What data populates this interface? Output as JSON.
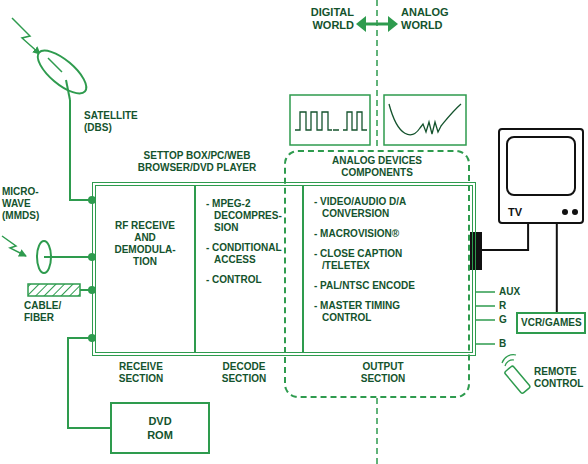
{
  "diagram": {
    "nodes": [
      {
        "text": [
          "SETTOP BOX/PC/WEB BROWSER/DVD PLAYER"
        ]
      },
      {
        "text": [
          "RF RECEIVE AND DEMODULA- TION"
        ],
        "in": 0
      },
      {
        "text": [
          "- MPEG-2 DECOMPRES- SION",
          "- CONDITIONAL ACCESS",
          "- CONTROL"
        ],
        "in": 0
      },
      {
        "text": [
          "- VIDEO/AUDIO D/A CONVERSION",
          "- MACROVISION®",
          "- CLOSE CAPTION /TELETEX",
          "- PAL/NTSC ENCODE",
          "- MASTER TIMING CONTROL"
        ],
        "in": 0
      },
      {
        "text": [
          "ANALOG DEVICES COMPONENTS"
        ]
      },
      {
        "text": [
          "TV"
        ]
      },
      {
        "text": [
          "VCR/GAMES"
        ]
      },
      {
        "text": [
          "DVD ROM"
        ]
      }
    ],
    "edges": [
      {
        "from": 0,
        "to": 5,
        "arrow": "none"
      },
      {
        "from": 5,
        "to": 6,
        "arrow": "none"
      },
      {
        "from": 7,
        "to": 0,
        "arrow": "none"
      }
    ],
    "labels": [
      "DIGITAL WORLD",
      "ANALOG WORLD",
      "SATELLITE (DBS)",
      "MICRO- WAVE (MMDS)",
      "CABLE/ FIBER",
      "RECEIVE SECTION",
      "DECODE SECTION",
      "OUTPUT SECTION",
      "AUX",
      "R",
      "G",
      "B",
      "REMOTE CONTROL"
    ]
  }
}
